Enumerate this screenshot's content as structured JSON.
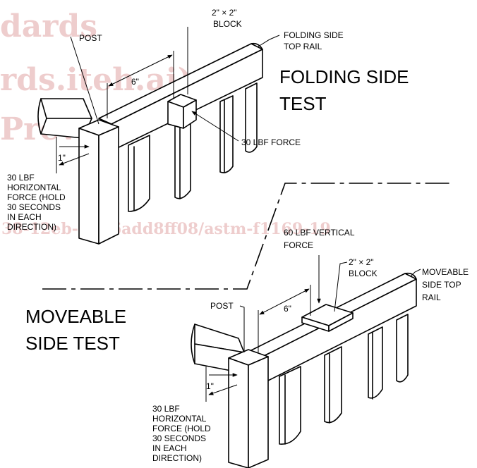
{
  "watermark": {
    "line1": "dards",
    "line2": "rds.iteh.ai)",
    "line3": "Preview",
    "line4": "38-12eb-54d6add8ff08/astm-f1169-19"
  },
  "folding": {
    "title_line1": "FOLDING SIDE",
    "title_line2": "TEST",
    "post_label": "POST",
    "block_label_line1": "2\" × 2\"",
    "block_label_line2": "BLOCK",
    "rail_label_line1": "FOLDING SIDE",
    "rail_label_line2": "TOP RAIL",
    "offset_label": "6\"",
    "force_label": "30 LBF FORCE",
    "height_label": "1\"",
    "horizontal_force": [
      "30 LBF",
      "HORIZONTAL",
      "FORCE (HOLD",
      "30 SECONDS",
      "IN EACH",
      "DIRECTION)"
    ]
  },
  "moveable": {
    "title_line1": "MOVEABLE",
    "title_line2": "SIDE TEST",
    "post_label": "POST",
    "vertical_force_line1": "60 LBF VERTICAL",
    "vertical_force_line2": "FORCE",
    "block_label_line1": "2\" × 2\"",
    "block_label_line2": "BLOCK",
    "rail_label_line1": "MOVEABLE",
    "rail_label_line2": "SIDE TOP",
    "rail_label_line3": "RAIL",
    "offset_label": "6\"",
    "height_label": "1\"",
    "horizontal_force": [
      "30 LBF",
      "HORIZONTAL",
      "FORCE (HOLD",
      "30 SECONDS",
      "IN EACH",
      "DIRECTION)"
    ]
  }
}
